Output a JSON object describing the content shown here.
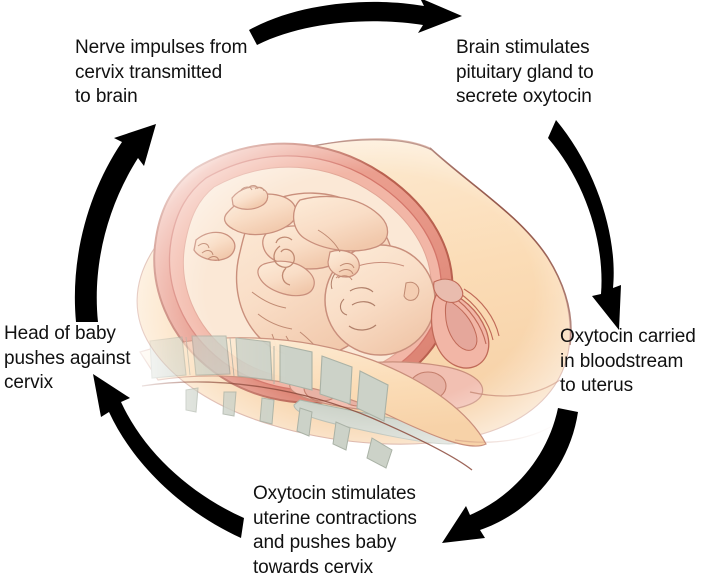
{
  "diagram": {
    "title": "Positive feedback loop of childbirth (oxytocin)",
    "type": "cycle-diagram",
    "background_color": "#ffffff",
    "text_color": "#111111",
    "arrow_color": "#000000"
  },
  "steps": [
    {
      "id": "nerve-impulses",
      "order": 1,
      "text": "Nerve impulses from\ncervix transmitted\nto brain",
      "position": "top-left"
    },
    {
      "id": "brain-stimulates",
      "order": 2,
      "text": "Brain stimulates\npituitary gland to\nsecrete oxytocin",
      "position": "top-right"
    },
    {
      "id": "oxytocin-carried",
      "order": 3,
      "text": "Oxytocin carried\nin bloodstream\nto uterus",
      "position": "right"
    },
    {
      "id": "oxytocin-stimulates",
      "order": 4,
      "text": "Oxytocin stimulates\nuterine contractions\nand pushes baby\ntowards cervix",
      "position": "bottom"
    },
    {
      "id": "head-pushes",
      "order": 5,
      "text": "Head of baby\npushes against\ncervix",
      "position": "left"
    }
  ],
  "arrows": [
    {
      "id": "arrow-top",
      "from": "nerve-impulses",
      "to": "brain-stimulates",
      "direction": "right"
    },
    {
      "id": "arrow-right",
      "from": "brain-stimulates",
      "to": "oxytocin-carried",
      "direction": "down"
    },
    {
      "id": "arrow-bottom-right",
      "from": "oxytocin-carried",
      "to": "oxytocin-stimulates",
      "direction": "down-left"
    },
    {
      "id": "arrow-bottom-left",
      "from": "oxytocin-stimulates",
      "to": "head-pushes",
      "direction": "up-left"
    },
    {
      "id": "arrow-left",
      "from": "head-pushes",
      "to": "nerve-impulses",
      "direction": "up"
    }
  ],
  "illustration": {
    "name": "fetus-in-uterus-sagittal-section",
    "description": "Sagittal anatomical cross-section of a full-term fetus positioned head-down in the uterus, with maternal pelvis, sacrum, vertebrae and cervix",
    "parts": [
      "fetus",
      "uterus-wall",
      "amniotic-cavity",
      "cervix",
      "vagina",
      "bladder",
      "pubic-symphysis",
      "sacrum",
      "vertebrae",
      "abdominal-wall"
    ],
    "colors": {
      "skin": "#f9ddc6",
      "skin_shadow": "#f2c9ad",
      "uterus_wall": "#e99a8a",
      "uterus_wall_dark": "#d4766a",
      "uterus_inner": "#f2b6a6",
      "amnion": "#fbe8d6",
      "body_tissue": "#fbdcb6",
      "body_tissue_light": "#fdeed9",
      "bone": "#ccd2c8",
      "bone_outline": "#aab2a6",
      "outline": "#8c4a3c",
      "outline_soft": "#c98f7c",
      "muscle": "#e5a79b"
    }
  }
}
